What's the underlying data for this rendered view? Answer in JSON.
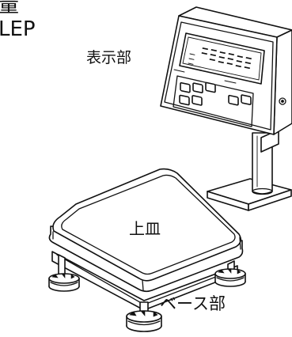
{
  "title_lines": [
    "量",
    "LEP"
  ],
  "labels": {
    "display_unit": "表示部",
    "weighing_pan": "上皿",
    "base_unit": "ベース部"
  },
  "colors": {
    "line": "#111111",
    "background": "#ffffff"
  }
}
